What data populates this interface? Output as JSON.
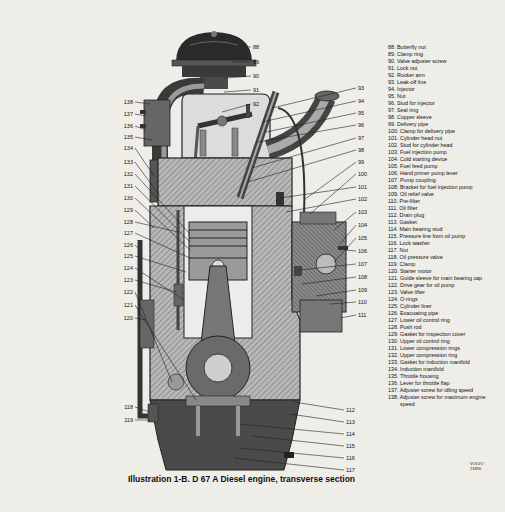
{
  "diagram": {
    "caption": "Illustration 1-B. D 67 A Diesel engine, transverse section",
    "labels": [
      "88",
      "89",
      "90",
      "91",
      "92",
      "93",
      "94",
      "95",
      "96",
      "97",
      "98",
      "99",
      "100",
      "101",
      "102",
      "103",
      "104",
      "105",
      "106",
      "107",
      "108",
      "109",
      "110",
      "111",
      "112",
      "113",
      "114",
      "115",
      "116",
      "117",
      "118",
      "119",
      "120",
      "121",
      "122",
      "123",
      "124",
      "125",
      "126",
      "127",
      "128",
      "129",
      "130",
      "131",
      "132",
      "133",
      "134",
      "135",
      "136",
      "137",
      "138",
      "88. Butterfly nut",
      "89. Clamp ring",
      "90. Valve adjuster screw",
      "91. Lock nut",
      "92. Rocker arm",
      "93. Leak-off line",
      "94. Injector",
      "95. Nut",
      "96. Stud for injector",
      "97. Seal ring",
      "98. Copper sleeve",
      "99. Delivery pipe",
      "100. Clamp for delivery pipe",
      "101. Cylinder head nut",
      "102. Stud for cylinder head",
      "103. Fuel injection pump",
      "104. Cold starting device",
      "105. Fuel feed pump",
      "106. Hand primer pump lever",
      "107. Pump coupling",
      "108. Bracket for fuel injection pump",
      "109. Oil relief valve",
      "110. Pre-filter",
      "111. Oil filter",
      "112. Drain plug",
      "113. Gasket",
      "114. Main bearing stud",
      "115. Pressure line from oil pump",
      "116. Lock washer",
      "117. Nut",
      "118. Oil pressure valve",
      "119. Clamp",
      "120. Starter motor",
      "121. Guide sleeve for main bearing cap",
      "122. Drive gear for oil pump",
      "123. Valve lifter",
      "124. O-rings",
      "125. Cylinder liner",
      "126. Evacuating pipe",
      "127. Lower oil control ring",
      "128. Push rod",
      "129. Gasket for inspection cover",
      "130. Upper oil control ring",
      "131. Lower compression rings",
      "132. Upper compression ring",
      "133. Gasket for induction manifold",
      "134. Induction manifold",
      "135. Throttle housing",
      "136. Lever for throttle flap",
      "137. Adjuster screw for idling speed",
      "138. Adjuster screw for maximum engine speed",
      "VOLVO",
      "21890"
    ]
  }
}
